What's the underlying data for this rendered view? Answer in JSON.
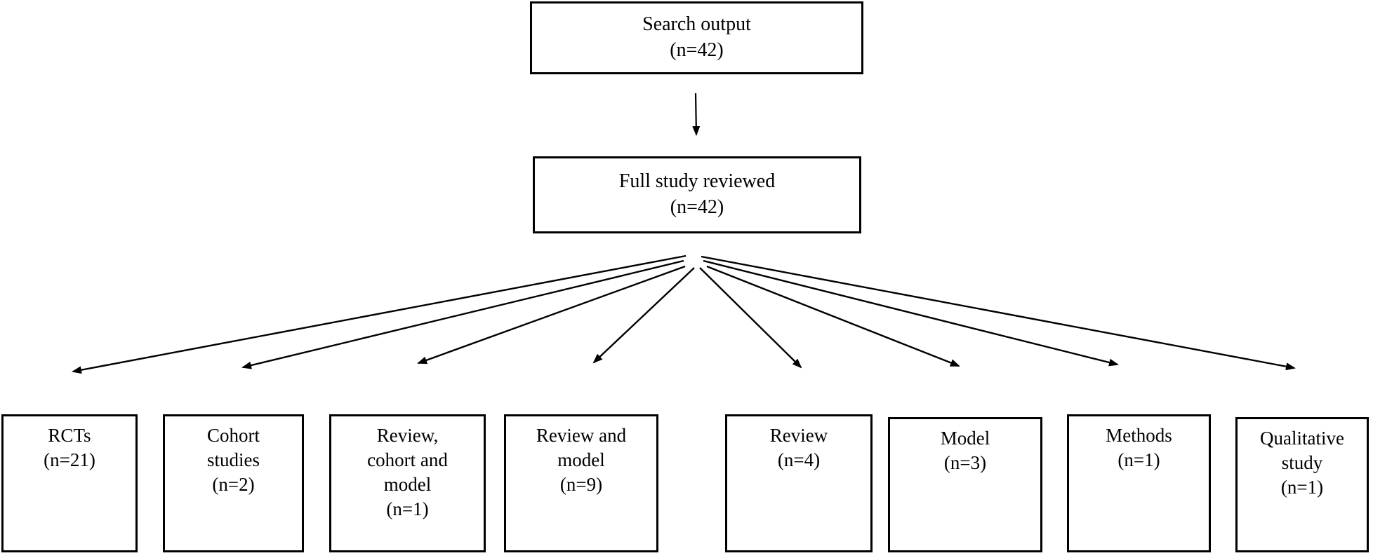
{
  "diagram": {
    "colors": {
      "background": "#ffffff",
      "box_border": "#000000",
      "text": "#000000",
      "arrow": "#000000"
    },
    "top_box": {
      "label": "Search output",
      "count": "(n=42)"
    },
    "second_box": {
      "label": "Full study reviewed",
      "count": "(n=42)"
    },
    "leaf_boxes": [
      {
        "label": "RCTs",
        "count": "(n=21)"
      },
      {
        "label": "Cohort\nstudies",
        "count": "(n=2)"
      },
      {
        "label": "Review,\ncohort and\nmodel",
        "count": "(n=1)"
      },
      {
        "label": "Review and\nmodel",
        "count": "(n=9)"
      },
      {
        "label": "Review",
        "count": "(n=4)"
      },
      {
        "label": "Model",
        "count": "(n=3)"
      },
      {
        "label": "Methods",
        "count": "(n=1)"
      },
      {
        "label": "Qualitative\nstudy",
        "count": "(n=1)"
      }
    ]
  }
}
